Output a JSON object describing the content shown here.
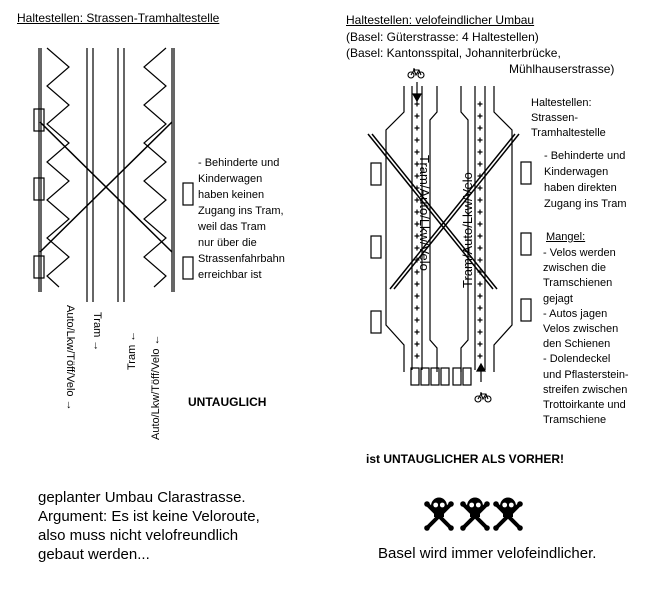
{
  "left": {
    "title": "Haltestellen: Strassen-Tramhaltestelle",
    "note": [
      "- Behinderte und",
      "Kinderwagen",
      "haben keinen",
      "Zugang ins Tram,",
      "weil das Tram",
      "nur über die",
      "Strassenfahrbahn",
      "erreichbar ist"
    ],
    "lane_labels": [
      "Auto/Lkw/Töff/Velo →",
      "Tram →",
      "Tram ←",
      "Auto/Lkw/Töff/Velo ←"
    ],
    "verdict": "UNTAUGLICH",
    "caption": [
      "geplanter Umbau Clarastrasse.",
      "Argument: Es ist keine Veloroute,",
      "also muss nicht velofreundlich",
      "gebaut werden..."
    ]
  },
  "right": {
    "title": "Haltestellen: velofeindlicher Umbau",
    "subtitle": [
      "(Basel: Güterstrasse: 4 Haltestellen)",
      "(Basel: Kantonsspital, Johanniterbrücke,",
      "Mühlhauserstrasse)"
    ],
    "lane_labels": [
      "Tram/Auto/Lkw/Velo",
      "Tram/Auto/Lkw/Velo"
    ],
    "stop_label": [
      "Haltestellen:",
      "Strassen-",
      "Tramhaltestelle"
    ],
    "access_note": [
      "- Behinderte und",
      "Kinderwagen",
      "haben direkten",
      "Zugang ins Tram"
    ],
    "defects_title": "Mangel:",
    "defects": [
      "- Velos werden",
      "zwischen die",
      "Tramschienen",
      "gejagt",
      "- Autos jagen",
      "Velos zwischen",
      "den Schienen",
      "- Dolendeckel",
      "und Pflasterstein-",
      "streifen zwischen",
      "Trottoirkante und",
      "Tramschiene"
    ],
    "verdict": "ist UNTAUGLICHER ALS VORHER!",
    "caption": "Basel wird immer velofeindlicher."
  },
  "icons": [
    "bicycle-icon",
    "skull-crossbones-icon"
  ]
}
